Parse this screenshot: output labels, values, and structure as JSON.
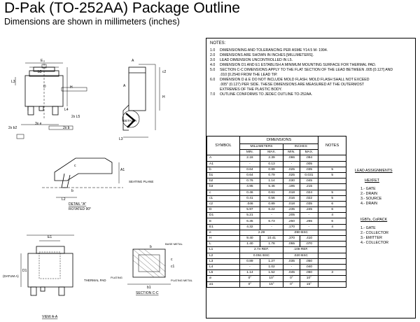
{
  "header": {
    "title": "D-Pak (TO-252AA) Package Outline",
    "subtitle": "Dimensions are shown in millimeters (inches)"
  },
  "drawing_labels": {
    "detail_a_title": "DETAIL \"A\"",
    "detail_a_rotation": "ROTATED 90°",
    "detail_a_side": "DETAIL A",
    "view_aa": "VIEW A-A",
    "section_cc": "SECTION C-C",
    "seating_plane": "SEATING PLANE",
    "thermal_pad": "THERMAL PAD",
    "datum_a": "(DATUM A)",
    "plating": "PLATING",
    "plating_metal": "PLATING METAL",
    "base_metal": "BASE METAL"
  },
  "notes": {
    "heading": "NOTES:",
    "items": [
      {
        "num": "1.0",
        "text": "DIMENSIONING AND TOLERANCING PER ASME Y14.5 M- 1994."
      },
      {
        "num": "2.0",
        "text": "DIMENSIONS ARE SHOWN IN INCHES [MILLIMETERS]."
      },
      {
        "num": "3.0",
        "text": "LEAD DIMENSION UNCONTROLLED IN L5."
      },
      {
        "num": "4.0",
        "text": "DIMENSION D1 AND E1 ESTABLISH A MINIMUM MOUNTING SURFACE FOR THERMAL PAD."
      },
      {
        "num": "5.0",
        "text": "SECTION C-C DIMENSIONS APPLY TO THE FLAT SECTION OF THE LEAD BETWEEN .005 [0.127] AND"
      },
      {
        "num": "",
        "text": ".010 [0.2540 FROM THE LEAD TIP."
      },
      {
        "num": "6.0",
        "text": "DIMENSION D & E DO NOT INCLUDE MOLD FLASH. MOLD FLASH SHALL NOT EXCEED"
      },
      {
        "num": "",
        "text": ".005\" (0.127) PER SIDE. THESE DIMENSIONS ARE MEASURED AT THE OUTERMOST"
      },
      {
        "num": "",
        "text": "EXTREMES OF THE PLASTIC BODY."
      },
      {
        "num": "7.0",
        "text": "OUTLINE CONFORMS TO JEDEC OUTLINE TO-252AA."
      }
    ]
  },
  "dimensions_table": {
    "title": "DIMENSIONS",
    "symbol_header": "SYMBOL",
    "mm_header": "MILLIMETERS",
    "in_header": "INCHES",
    "notes_header": "NOTES",
    "min_label": "MIN.",
    "max_label": "MAX.",
    "rows": [
      {
        "sym": "A",
        "mm_min": "2.18",
        "mm_max": "2.39",
        "in_min": ".086",
        "in_max": ".094",
        "note": ""
      },
      {
        "sym": "A1",
        "mm_min": "-",
        "mm_max": "0.13",
        "in_min": "-",
        "in_max": ".005",
        "note": ""
      },
      {
        "sym": "b",
        "mm_min": "0.64",
        "mm_max": "0.89",
        "in_min": ".025",
        "in_max": ".035",
        "note": "5"
      },
      {
        "sym": "b1",
        "mm_min": "0.64",
        "mm_max": "0.79",
        "in_min": ".025",
        "in_max": "0.031",
        "note": "5"
      },
      {
        "sym": "b2",
        "mm_min": "0.76",
        "mm_max": "1.14",
        "in_min": ".030",
        "in_max": ".045",
        "note": ""
      },
      {
        "sym": "b3",
        "mm_min": "4.95",
        "mm_max": "5.46",
        "in_min": ".195",
        "in_max": ".215",
        "note": ""
      },
      {
        "sym": "c",
        "mm_min": "0.46",
        "mm_max": "0.61",
        "in_min": ".018",
        "in_max": ".024",
        "note": "5"
      },
      {
        "sym": "c1",
        "mm_min": "0.41",
        "mm_max": "0.56",
        "in_min": ".016",
        "in_max": ".022",
        "note": "5"
      },
      {
        "sym": "c2",
        "mm_min": ".046",
        "mm_max": "0.89",
        "in_min": ".018",
        "in_max": ".035",
        "note": "6"
      },
      {
        "sym": "D",
        "mm_min": "5.97",
        "mm_max": "6.22",
        "in_min": ".235",
        "in_max": ".245",
        "note": "6"
      },
      {
        "sym": "D1",
        "mm_min": "5.21",
        "mm_max": "-",
        "in_min": ".205",
        "in_max": "-",
        "note": "4"
      },
      {
        "sym": "E",
        "mm_min": "6.35",
        "mm_max": "6.73",
        "in_min": ".250",
        "in_max": ".265",
        "note": "6"
      },
      {
        "sym": "E1",
        "mm_min": "4.32",
        "mm_max": "-",
        "in_min": ".170",
        "in_max": "-",
        "note": "4"
      },
      {
        "sym": "e",
        "mm_span": "2.29",
        "in_span": ".090 BSC",
        "note": ""
      },
      {
        "sym": "H",
        "mm_min": "9.40",
        "mm_max": "10.41",
        "in_min": ".370",
        "in_max": ".410",
        "note": ""
      },
      {
        "sym": "L",
        "mm_min": "1.40",
        "mm_max": "1.78",
        "in_min": ".055",
        "in_max": ".070",
        "note": ""
      },
      {
        "sym": "L1",
        "mm_span": "2.74 REF.",
        "in_span": ".108 REF.",
        "note": ""
      },
      {
        "sym": "L2",
        "mm_span": "0.051 BSC",
        "in_span": ".020 BSC",
        "note": ""
      },
      {
        "sym": "L3",
        "mm_min": "0.89",
        "mm_max": "1.27",
        "in_min": ".035",
        "in_max": ".050",
        "note": ""
      },
      {
        "sym": "L4",
        "mm_min": "-",
        "mm_max": "1.02",
        "in_min": "-",
        "in_max": ".040",
        "note": ""
      },
      {
        "sym": "L5",
        "mm_min": "1.14",
        "mm_max": "1.52",
        "in_min": ".045",
        "in_max": ".060",
        "note": "3"
      },
      {
        "sym": "ø",
        "mm_min": "0°",
        "mm_max": "10°",
        "in_min": "0°",
        "in_max": "10°",
        "note": ""
      },
      {
        "sym": "ø1",
        "mm_min": "0°",
        "mm_max": "15°",
        "in_min": "0°",
        "in_max": "15°",
        "note": ""
      }
    ]
  },
  "lead_assignments": {
    "title": "LEAD ASSIGNMENTS",
    "hexfet_title": "HEXFET",
    "hexfet": [
      "1.- GATE",
      "2.- DRAIN",
      "3.- SOURCE",
      "4.- DRAIN"
    ],
    "igbt_title": "IGBTs, CoPACK",
    "igbt": [
      "1.- GATE",
      "2.- COLLECTOR",
      "3.- EMITTER",
      "4.- COLLECTOR"
    ]
  }
}
